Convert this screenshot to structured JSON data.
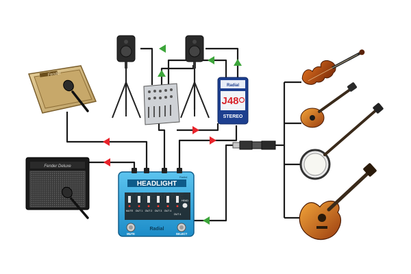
{
  "devices": {
    "fender_amp": {
      "brand": "Fender"
    },
    "blues_amp": {
      "script": "Fender Deluxe"
    },
    "mixer": {
      "name": "mixer"
    },
    "jdi": {
      "brand": "Radial",
      "model": "J48",
      "subtitle": "STEREO"
    },
    "switcher": {
      "brand_small": "Radial",
      "title": "HEADLIGHT",
      "tonebone": "TONEBONE",
      "footer_brand": "Radial",
      "mute": "MUTE",
      "select": "SELECT",
      "ch_mute": "MUTE",
      "ch_out1": "OUT 1",
      "ch_out2": "OUT 2",
      "ch_out3": "OUT 3",
      "ch_out4": "OUT 4",
      "ch_out4b": "OUT 4",
      "ch_head": "HEAD"
    }
  },
  "colors": {
    "signal_arrow": "#e8232a",
    "return_arrow": "#3ca53a",
    "cable": "#1a1a1a",
    "switcher_blue": "#2aa6df",
    "di_blue": "#1d3f8f",
    "amp_tan": "#d2b67e"
  },
  "icons": [
    "speaker-icon",
    "microphone-icon",
    "violin-icon",
    "mandolin-icon",
    "banjo-icon",
    "acoustic-guitar-icon",
    "guitar-plug-icon"
  ]
}
